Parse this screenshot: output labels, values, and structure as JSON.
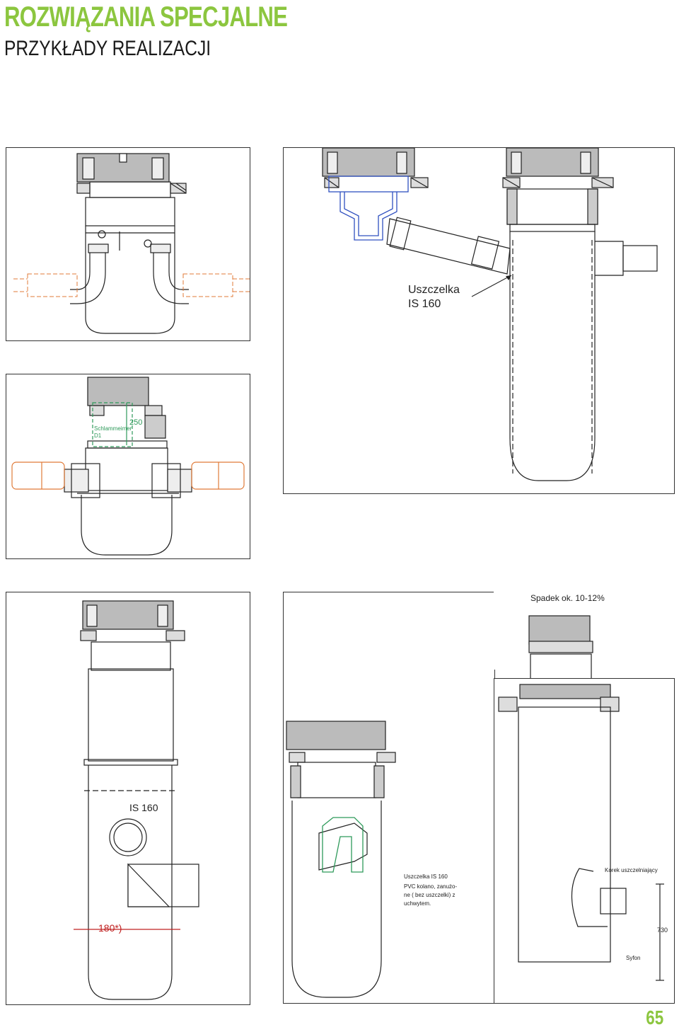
{
  "header": {
    "title": "ROZWIĄZANIA SPECJALNE",
    "subtitle": "PRZYKŁADY REALIZACJI"
  },
  "panels": {
    "p1": {},
    "p2": {
      "seal_label_line1": "Uszczelka",
      "seal_label_line2": "IS 160"
    },
    "p3": {
      "dim": "250",
      "schlamm_line1": "Schlammeimer",
      "schlamm_line2": "D1"
    },
    "p4": {
      "is_label": "IS 160",
      "angle": "180*)"
    },
    "p5": {
      "slope": "Spadek ok. 10-12%"
    },
    "p6": {
      "seal": "Uszczelka IS 160",
      "elbow_line1": "PVC kolano, zanużo-",
      "elbow_line2": "ne ( bez uszczelki) z",
      "elbow_line3": "uchwytem."
    },
    "p7": {
      "plug": "Korek uszczelniający",
      "dim": "730",
      "siphon": "Syfon"
    }
  },
  "footer": {
    "page_number": "65"
  },
  "colors": {
    "accent": "#8cc63f",
    "orange": "#e07b39",
    "green": "#2e9a5a",
    "blue": "#3050c0"
  }
}
